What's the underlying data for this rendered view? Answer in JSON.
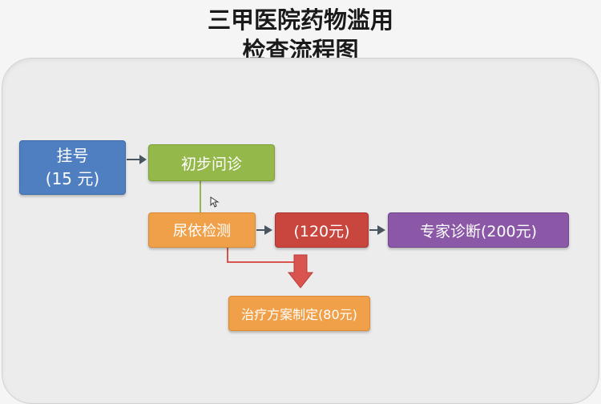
{
  "title": {
    "line1": "三甲医院药物滥用",
    "line2": "检查流程图"
  },
  "nodes": {
    "register": {
      "line1": "挂号",
      "line2": "(15 元)",
      "color": "#4f7fc0"
    },
    "initial_consult": {
      "label": "初步问诊",
      "color": "#95b84a"
    },
    "urine_test": {
      "label": "尿依检测",
      "color": "#f0a048"
    },
    "test_fee": {
      "label": "(120元)",
      "color": "#c9463f"
    },
    "expert_diagnosis": {
      "label": "专家诊断(200元)",
      "color": "#8a58a6"
    },
    "treatment_plan": {
      "label": "治疗方案制定(80元)",
      "color": "#f0a048"
    }
  },
  "colors": {
    "arrow": "#4b5560",
    "red_connector": "#d9534f"
  }
}
